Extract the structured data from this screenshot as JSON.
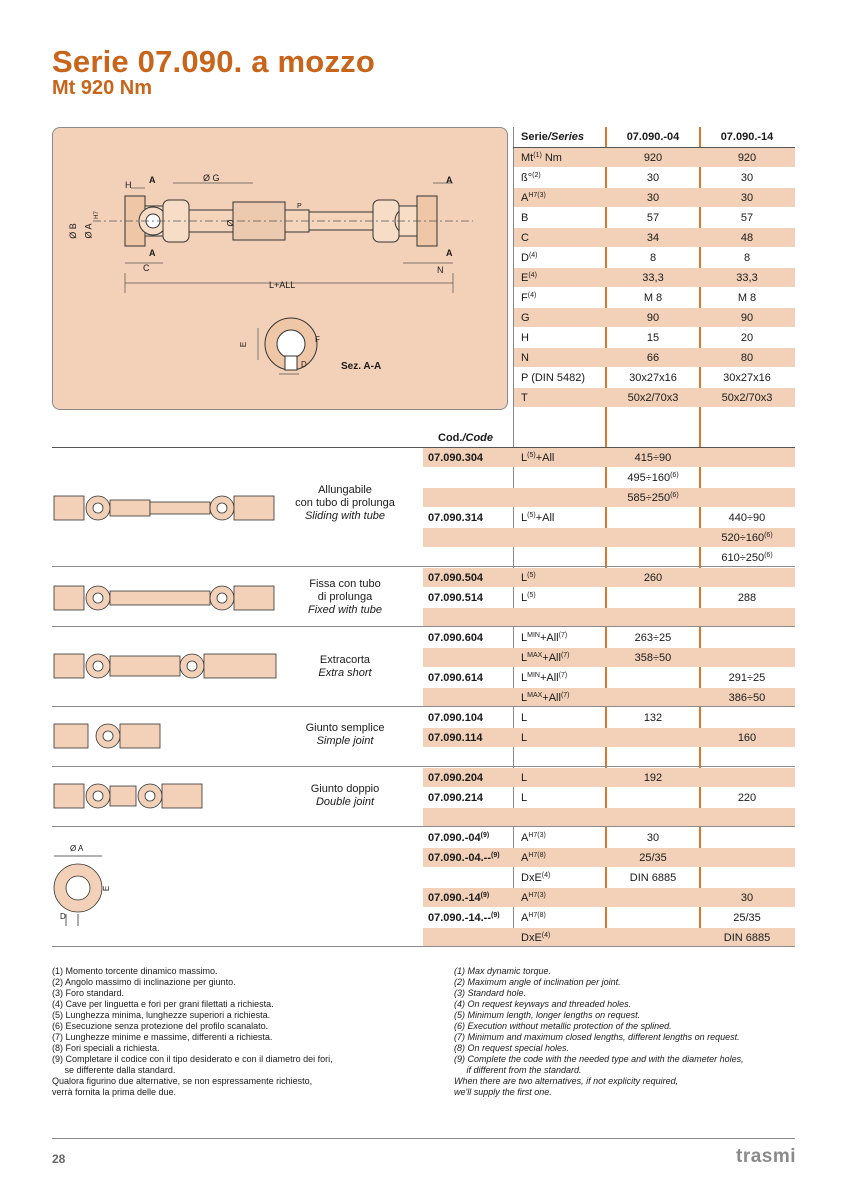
{
  "header": {
    "title": "Serie 07.090. a mozzo",
    "subtitle": "Mt 920 Nm"
  },
  "drawing_labels": {
    "h": "H",
    "a": "A",
    "phi_g": "Ø G",
    "a2": "A",
    "phi_b": "Ø B",
    "phi_a": "Ø A",
    "h7": "H7",
    "phi": "Ø",
    "p": "P",
    "c": "C",
    "a3": "A",
    "a4": "A",
    "n": "N",
    "l_all": "L+ALL",
    "e": "E",
    "f": "F",
    "d": "D",
    "section": "Sez. A-A"
  },
  "spec_header": {
    "series": "Serie",
    "series_en": "/Series",
    "col1": "07.090.-04",
    "col2": "07.090.-14"
  },
  "spec_rows": [
    {
      "label": "Mt",
      "sup": "(1)",
      "label2": " Nm",
      "v1": "920",
      "v2": "920"
    },
    {
      "label": "ß°",
      "sup": "(2)",
      "label2": "",
      "v1": "30",
      "v2": "30"
    },
    {
      "label": "A",
      "sup": "H7(3)",
      "label2": "",
      "v1": "30",
      "v2": "30"
    },
    {
      "label": "B",
      "sup": "",
      "label2": "",
      "v1": "57",
      "v2": "57"
    },
    {
      "label": "C",
      "sup": "",
      "label2": "",
      "v1": "34",
      "v2": "48"
    },
    {
      "label": "D",
      "sup": "(4)",
      "label2": "",
      "v1": "8",
      "v2": "8"
    },
    {
      "label": "E",
      "sup": "(4)",
      "label2": "",
      "v1": "33,3",
      "v2": "33,3"
    },
    {
      "label": "F",
      "sup": "(4)",
      "label2": "",
      "v1": "M 8",
      "v2": "M 8"
    },
    {
      "label": "G",
      "sup": "",
      "label2": "",
      "v1": "90",
      "v2": "90"
    },
    {
      "label": "H",
      "sup": "",
      "label2": "",
      "v1": "15",
      "v2": "20"
    },
    {
      "label": "N",
      "sup": "",
      "label2": "",
      "v1": "66",
      "v2": "80"
    },
    {
      "label": "P (DIN 5482)",
      "sup": "",
      "label2": "",
      "v1": "30x27x16",
      "v2": "30x27x16"
    },
    {
      "label": "T",
      "sup": "",
      "label2": "",
      "v1": "50x2/70x3",
      "v2": "50x2/70x3"
    }
  ],
  "code_header": {
    "cod": "Cod.",
    "code": "/Code"
  },
  "groups": [
    {
      "desc": [
        "Allungabile",
        "con tubo di prolunga"
      ],
      "desc_en": "Sliding with tube"
    },
    {
      "desc": [
        "Fissa con tubo",
        "di prolunga"
      ],
      "desc_en": "Fixed with tube"
    },
    {
      "desc": [
        "Extracorta"
      ],
      "desc_en": "Extra short"
    },
    {
      "desc": [
        "Giunto semplice"
      ],
      "desc_en": "Simple joint"
    },
    {
      "desc": [
        "Giunto doppio"
      ],
      "desc_en": "Double joint"
    }
  ],
  "code_rows": [
    {
      "code": "07.090.304",
      "code_sup": "",
      "p1": "L",
      "p1_sup": "(5)",
      "p1b": "+All",
      "p2_sup": "",
      "v1": "415÷90",
      "v1_sup": "",
      "v2": "",
      "v2_sup": ""
    },
    {
      "code": "",
      "code_sup": "",
      "p1": "",
      "p1_sup": "",
      "p1b": "",
      "p2_sup": "",
      "v1": "495÷160",
      "v1_sup": "(6)",
      "v2": "",
      "v2_sup": ""
    },
    {
      "code": "",
      "code_sup": "",
      "p1": "",
      "p1_sup": "",
      "p1b": "",
      "p2_sup": "",
      "v1": "585÷250",
      "v1_sup": "(6)",
      "v2": "",
      "v2_sup": ""
    },
    {
      "code": "07.090.314",
      "code_sup": "",
      "p1": "L",
      "p1_sup": "(5)",
      "p1b": "+All",
      "p2_sup": "",
      "v1": "",
      "v1_sup": "",
      "v2": "440÷90",
      "v2_sup": ""
    },
    {
      "code": "",
      "code_sup": "",
      "p1": "",
      "p1_sup": "",
      "p1b": "",
      "p2_sup": "",
      "v1": "",
      "v1_sup": "",
      "v2": "520÷160",
      "v2_sup": "(6)"
    },
    {
      "code": "",
      "code_sup": "",
      "p1": "",
      "p1_sup": "",
      "p1b": "",
      "p2_sup": "",
      "v1": "",
      "v1_sup": "",
      "v2": "610÷250",
      "v2_sup": "(6)"
    },
    {
      "code": "07.090.504",
      "code_sup": "",
      "p1": "L",
      "p1_sup": "(5)",
      "p1b": "",
      "p2_sup": "",
      "v1": "260",
      "v1_sup": "",
      "v2": "",
      "v2_sup": ""
    },
    {
      "code": "07.090.514",
      "code_sup": "",
      "p1": "L",
      "p1_sup": "(5)",
      "p1b": "",
      "p2_sup": "",
      "v1": "",
      "v1_sup": "",
      "v2": "288",
      "v2_sup": ""
    },
    {
      "code": "",
      "code_sup": "",
      "p1": "",
      "p1_sup": "",
      "p1b": "",
      "p2_sup": "",
      "v1": "",
      "v1_sup": "",
      "v2": "",
      "v2_sup": ""
    },
    {
      "code": "07.090.604",
      "code_sup": "",
      "p1": "L",
      "p1_sup": "MIN",
      "p1b": "+All",
      "p2_sup": "(7)",
      "v1": "263÷25",
      "v1_sup": "",
      "v2": "",
      "v2_sup": ""
    },
    {
      "code": "",
      "code_sup": "",
      "p1": "L",
      "p1_sup": "MAX",
      "p1b": "+All",
      "p2_sup": "(7)",
      "v1": "358÷50",
      "v1_sup": "",
      "v2": "",
      "v2_sup": ""
    },
    {
      "code": "07.090.614",
      "code_sup": "",
      "p1": "L",
      "p1_sup": "MIN",
      "p1b": "+All",
      "p2_sup": "(7)",
      "v1": "",
      "v1_sup": "",
      "v2": "291÷25",
      "v2_sup": ""
    },
    {
      "code": "",
      "code_sup": "",
      "p1": "L",
      "p1_sup": "MAX",
      "p1b": "+All",
      "p2_sup": "(7)",
      "v1": "",
      "v1_sup": "",
      "v2": "386÷50",
      "v2_sup": ""
    },
    {
      "code": "07.090.104",
      "code_sup": "",
      "p1": "L",
      "p1_sup": "",
      "p1b": "",
      "p2_sup": "",
      "v1": "132",
      "v1_sup": "",
      "v2": "",
      "v2_sup": ""
    },
    {
      "code": "07.090.114",
      "code_sup": "",
      "p1": "L",
      "p1_sup": "",
      "p1b": "",
      "p2_sup": "",
      "v1": "",
      "v1_sup": "",
      "v2": "160",
      "v2_sup": ""
    },
    {
      "code": "",
      "code_sup": "",
      "p1": "",
      "p1_sup": "",
      "p1b": "",
      "p2_sup": "",
      "v1": "",
      "v1_sup": "",
      "v2": "",
      "v2_sup": ""
    },
    {
      "code": "07.090.204",
      "code_sup": "",
      "p1": "L",
      "p1_sup": "",
      "p1b": "",
      "p2_sup": "",
      "v1": "192",
      "v1_sup": "",
      "v2": "",
      "v2_sup": ""
    },
    {
      "code": "07.090.214",
      "code_sup": "",
      "p1": "L",
      "p1_sup": "",
      "p1b": "",
      "p2_sup": "",
      "v1": "",
      "v1_sup": "",
      "v2": "220",
      "v2_sup": ""
    },
    {
      "code": "",
      "code_sup": "",
      "p1": "",
      "p1_sup": "",
      "p1b": "",
      "p2_sup": "",
      "v1": "",
      "v1_sup": "",
      "v2": "",
      "v2_sup": ""
    },
    {
      "code": "07.090.-04",
      "code_sup": "(9)",
      "p1": "A",
      "p1_sup": "H7(3)",
      "p1b": "",
      "p2_sup": "",
      "v1": "30",
      "v1_sup": "",
      "v2": "",
      "v2_sup": ""
    },
    {
      "code": "07.090.-04.--",
      "code_sup": "(9)",
      "p1": "A",
      "p1_sup": "H7(8)",
      "p1b": "",
      "p2_sup": "",
      "v1": "25/35",
      "v1_sup": "",
      "v2": "",
      "v2_sup": ""
    },
    {
      "code": "",
      "code_sup": "",
      "p1": "DxE",
      "p1_sup": "(4)",
      "p1b": "",
      "p2_sup": "",
      "v1": "DIN 6885",
      "v1_sup": "",
      "v2": "",
      "v2_sup": ""
    },
    {
      "code": "07.090.-14",
      "code_sup": "(9)",
      "p1": "A",
      "p1_sup": "H7(3)",
      "p1b": "",
      "p2_sup": "",
      "v1": "",
      "v1_sup": "",
      "v2": "30",
      "v2_sup": ""
    },
    {
      "code": "07.090.-14.--",
      "code_sup": "(9)",
      "p1": "A",
      "p1_sup": "H7(8)",
      "p1b": "",
      "p2_sup": "",
      "v1": "",
      "v1_sup": "",
      "v2": "25/35",
      "v2_sup": ""
    },
    {
      "code": "",
      "code_sup": "",
      "p1": "DxE",
      "p1_sup": "(4)",
      "p1b": "",
      "p2_sup": "",
      "v1": "",
      "v1_sup": "",
      "v2": "DIN 6885",
      "v2_sup": ""
    }
  ],
  "bore_labels": {
    "phi_a": "Ø A",
    "e": "E",
    "d": "D"
  },
  "notes_it": [
    "(1) Momento torcente dinamico massimo.",
    "(2) Angolo massimo di inclinazione per giunto.",
    "(3) Foro standard.",
    "(4) Cave per linguetta e fori per grani filettati a richiesta.",
    "(5) Lunghezza minima, lunghezze superiori a richiesta.",
    "(6) Esecuzione senza protezione del profilo scanalato.",
    "(7) Lunghezze minime e massime, differenti a richiesta.",
    "(8) Fori speciali a richiesta.",
    "(9) Completare il codice con il tipo desiderato e con il diametro dei fori,",
    "     se differente dalla standard.",
    "Qualora figurino due alternative, se non espressamente richiesto,",
    "verrà fornita la prima delle due."
  ],
  "notes_en": [
    "(1) Max dynamic torque.",
    "(2) Maximum angle of inclination per joint.",
    "(3) Standard hole.",
    "(4) On request keyways and threaded holes.",
    "(5) Minimum length, longer lengths on request.",
    "(6) Execution without metallic protection of the splined.",
    "(7) Minimum and maximum closed lengths, different lengths on request.",
    "(8) On request special holes.",
    "(9) Complete the code with the needed type and with the diameter holes,",
    "     if different from the standard.",
    "When there are two alternatives, if not explicity required,",
    "we'll supply the first one."
  ],
  "footer": {
    "page": "28",
    "brand": "trasmi"
  },
  "colors": {
    "accent": "#c8651b",
    "shade": "#f2d1b8",
    "divider": "#d8782a"
  }
}
